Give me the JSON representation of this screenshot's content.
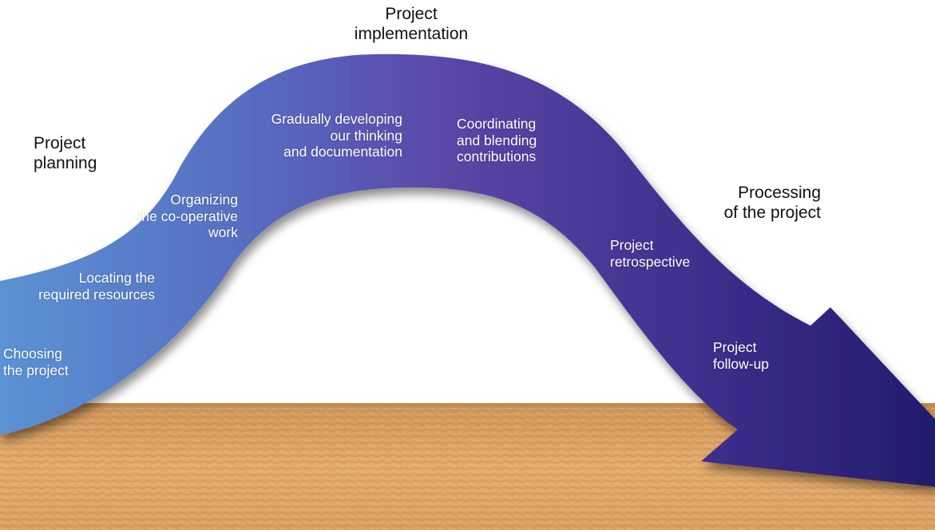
{
  "phases": {
    "planning": [
      "Project",
      "planning"
    ],
    "implementation": [
      "Project",
      "implementation"
    ],
    "processing": [
      "Processing",
      "of the project"
    ]
  },
  "steps": {
    "choosing": [
      "Choosing",
      "the project"
    ],
    "locating": [
      "Locating the",
      "required resources"
    ],
    "organizing": [
      "Organizing",
      "the co-operative",
      "work"
    ],
    "developing": [
      "Gradually developing",
      "our thinking",
      "and documentation"
    ],
    "coordinating": [
      "Coordinating",
      "and blending",
      "contributions"
    ],
    "retrospective": [
      "Project",
      "retrospective"
    ],
    "followup": [
      "Project",
      "follow-up"
    ]
  },
  "colors": {
    "arrow_start": "#5a93d3",
    "arrow_mid": "#5b46a6",
    "arrow_end": "#221c6c",
    "ground": "#e0a96a",
    "ground_dark": "#c48a4c",
    "background": "#ffffff"
  }
}
